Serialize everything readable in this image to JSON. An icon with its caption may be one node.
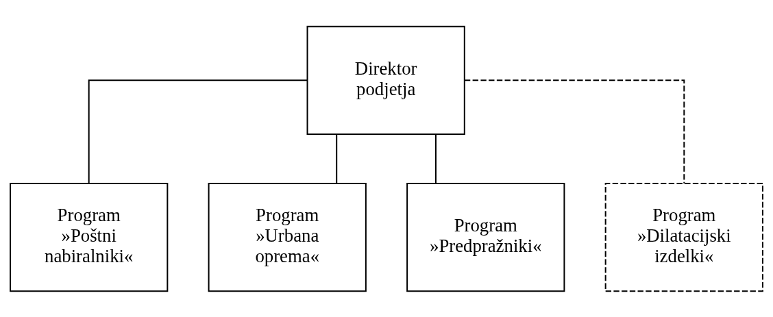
{
  "diagram": {
    "nodes": [
      {
        "text": [
          "Direktor podjetja"
        ]
      },
      {
        "text": [
          "Program",
          "»Poštni nabiralniki«"
        ]
      },
      {
        "text": [
          "Program",
          "»Urbana oprema«"
        ]
      },
      {
        "text": [
          "Program",
          "»Predpražniki«"
        ]
      },
      {
        "text": [
          "Program",
          "»Dilatacijski izdelki«"
        ]
      }
    ],
    "edges": [
      {
        "from": 0,
        "to": 1,
        "arrow": "none"
      },
      {
        "from": 0,
        "to": 2,
        "arrow": "none"
      },
      {
        "from": 0,
        "to": 3,
        "arrow": "none"
      },
      {
        "from": 0,
        "to": 4,
        "arrow": "none",
        "style": "dashed"
      }
    ]
  }
}
